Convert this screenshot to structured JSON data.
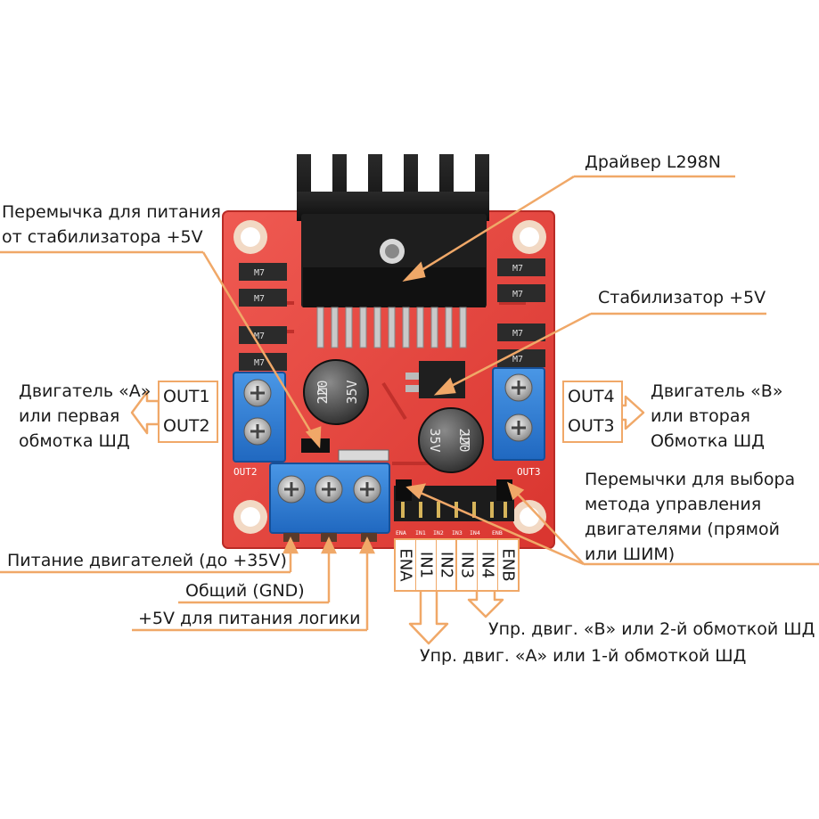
{
  "labels": {
    "driver": "Драйвер L298N",
    "jumper5v_line1": "Перемычка для питания",
    "jumper5v_line2": "от стабилизатора +5V",
    "regulator": "Стабилизатор +5V",
    "motor_a_line1": "Двигатель «А»",
    "motor_a_line2": "или первая",
    "motor_a_line3": "обмотка ШД",
    "motor_b_line1": "Двигатель «В»",
    "motor_b_line2": "или вторая",
    "motor_b_line3": "Обмотка ШД",
    "jumpers_line1": "Перемычки для выбора",
    "jumpers_line2": "метода управления",
    "jumpers_line3": "двигателями (прямой",
    "jumpers_line4": "или ШИМ)",
    "motor_power": "Питание двигателей (до +35V)",
    "gnd": "Общий (GND)",
    "logic5v": "+5V для питания логики",
    "ctrl_b": "Упр. двиг. «В» или 2-й обмоткой ШД",
    "ctrl_a": "Упр. двиг. «А» или 1-й обмоткой ШД"
  },
  "out_left": [
    "OUT1",
    "OUT2"
  ],
  "out_right": [
    "OUT4",
    "OUT3"
  ],
  "pins": [
    "ENA",
    "IN1",
    "IN2",
    "IN3",
    "IN4",
    "ENB"
  ],
  "board": {
    "silk_out2": "OUT2",
    "silk_out3": "OUT3",
    "cap_text": [
      "220",
      "35V",
      "UT"
    ],
    "diode_text": "M7",
    "pin_silk": [
      "ENA",
      "IN1",
      "IN2",
      "IN3",
      "IN4",
      "ENB"
    ]
  },
  "colors": {
    "pcb": "#e8433e",
    "terminal": "#2f7fd6",
    "callout": "#f0a868",
    "heatsink": "#1c1c1c"
  }
}
